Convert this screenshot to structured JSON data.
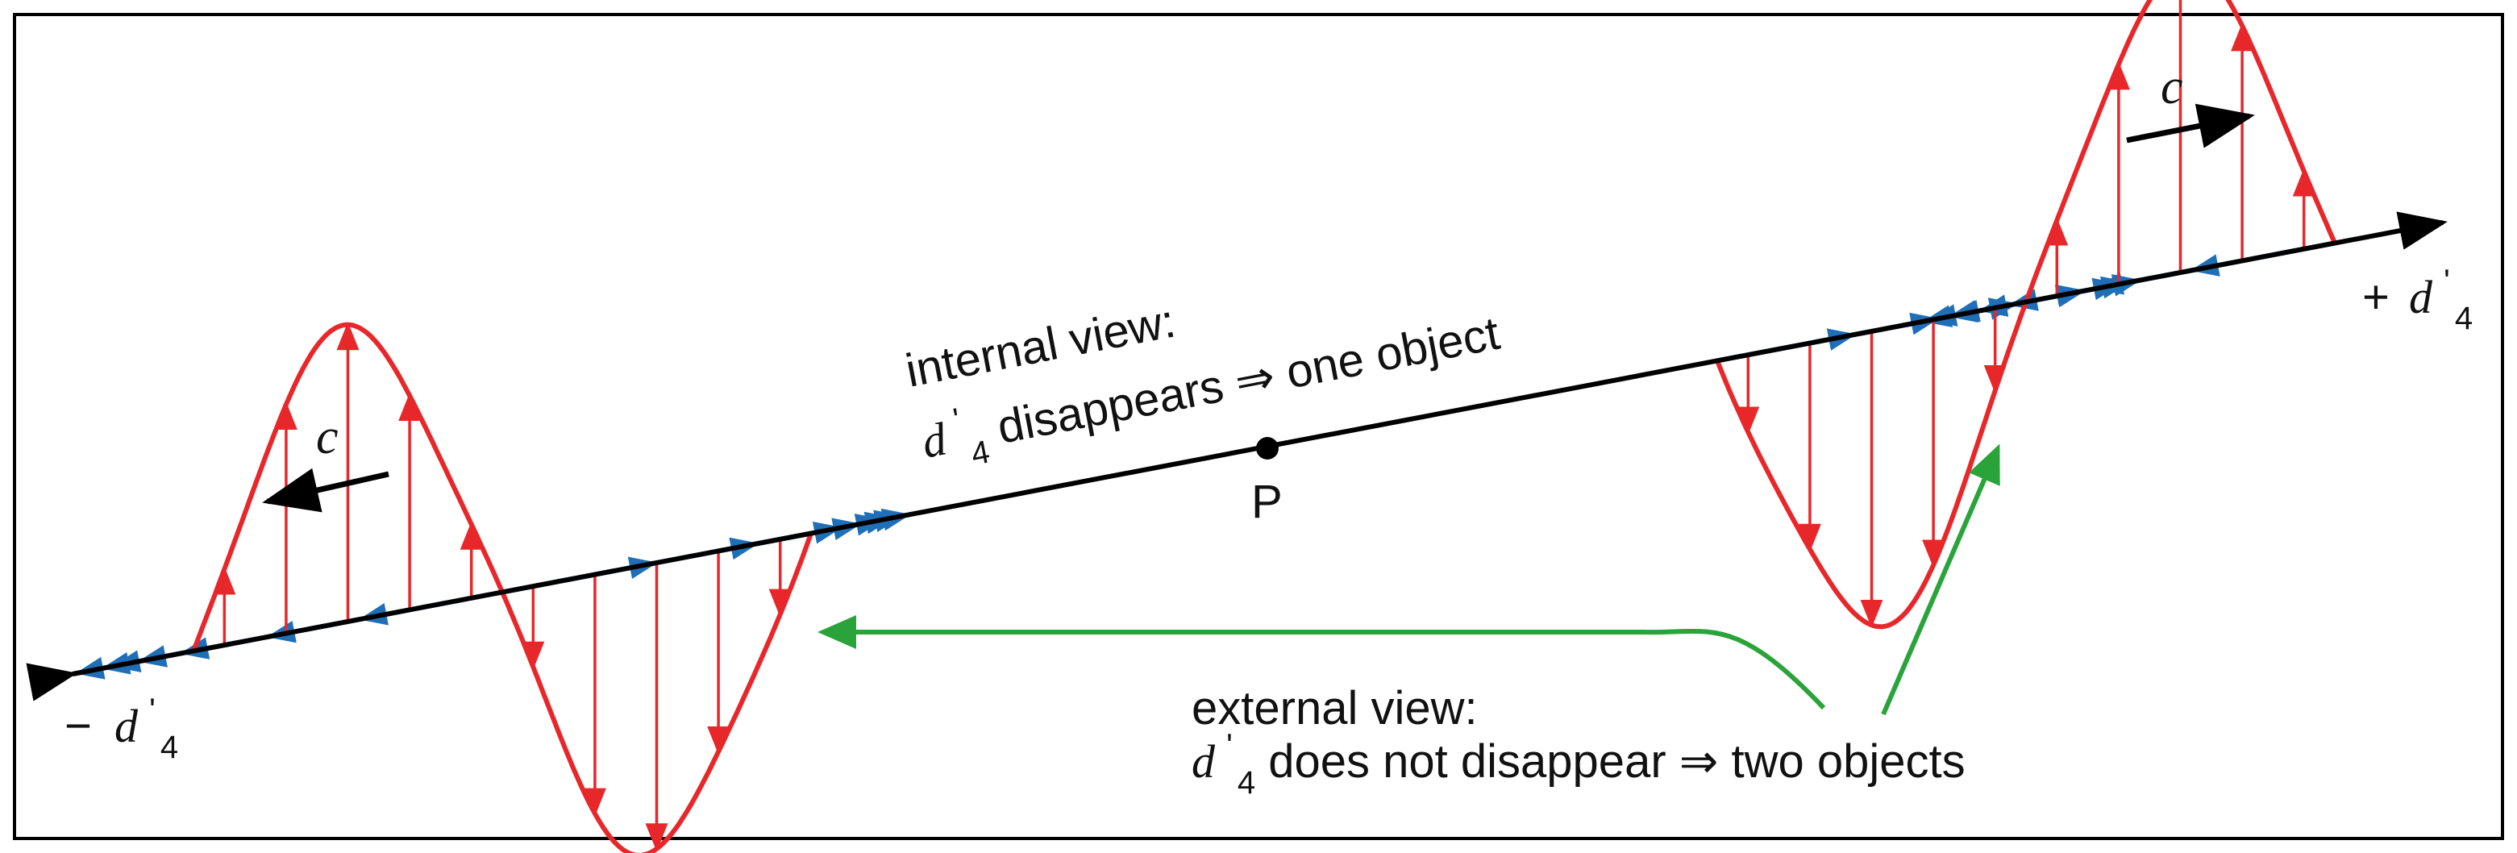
{
  "colors": {
    "axis": "#000000",
    "electric": "#e8272a",
    "magnetic": "#1f6fb8",
    "annotation": "#2aa43a",
    "text": "#111111",
    "frame": "#000000"
  },
  "labels": {
    "internal_title": "internal view:",
    "internal_var": "d",
    "internal_prime": "'",
    "internal_sub": "4",
    "internal_rest": " disappears ⇒ one object",
    "external_title": "external view:",
    "external_var": "d",
    "external_prime": "'",
    "external_sub": "4",
    "external_rest": " does not disappear ⇒ two objects",
    "point": "P",
    "speed_left": "c",
    "speed_right": "c",
    "axis_pos_sign": "+",
    "axis_pos_var": "d",
    "axis_pos_prime": "'",
    "axis_pos_sub": "4",
    "axis_neg_sign": "−",
    "axis_neg_var": "d",
    "axis_neg_prime": "'",
    "axis_neg_sub": "4"
  }
}
